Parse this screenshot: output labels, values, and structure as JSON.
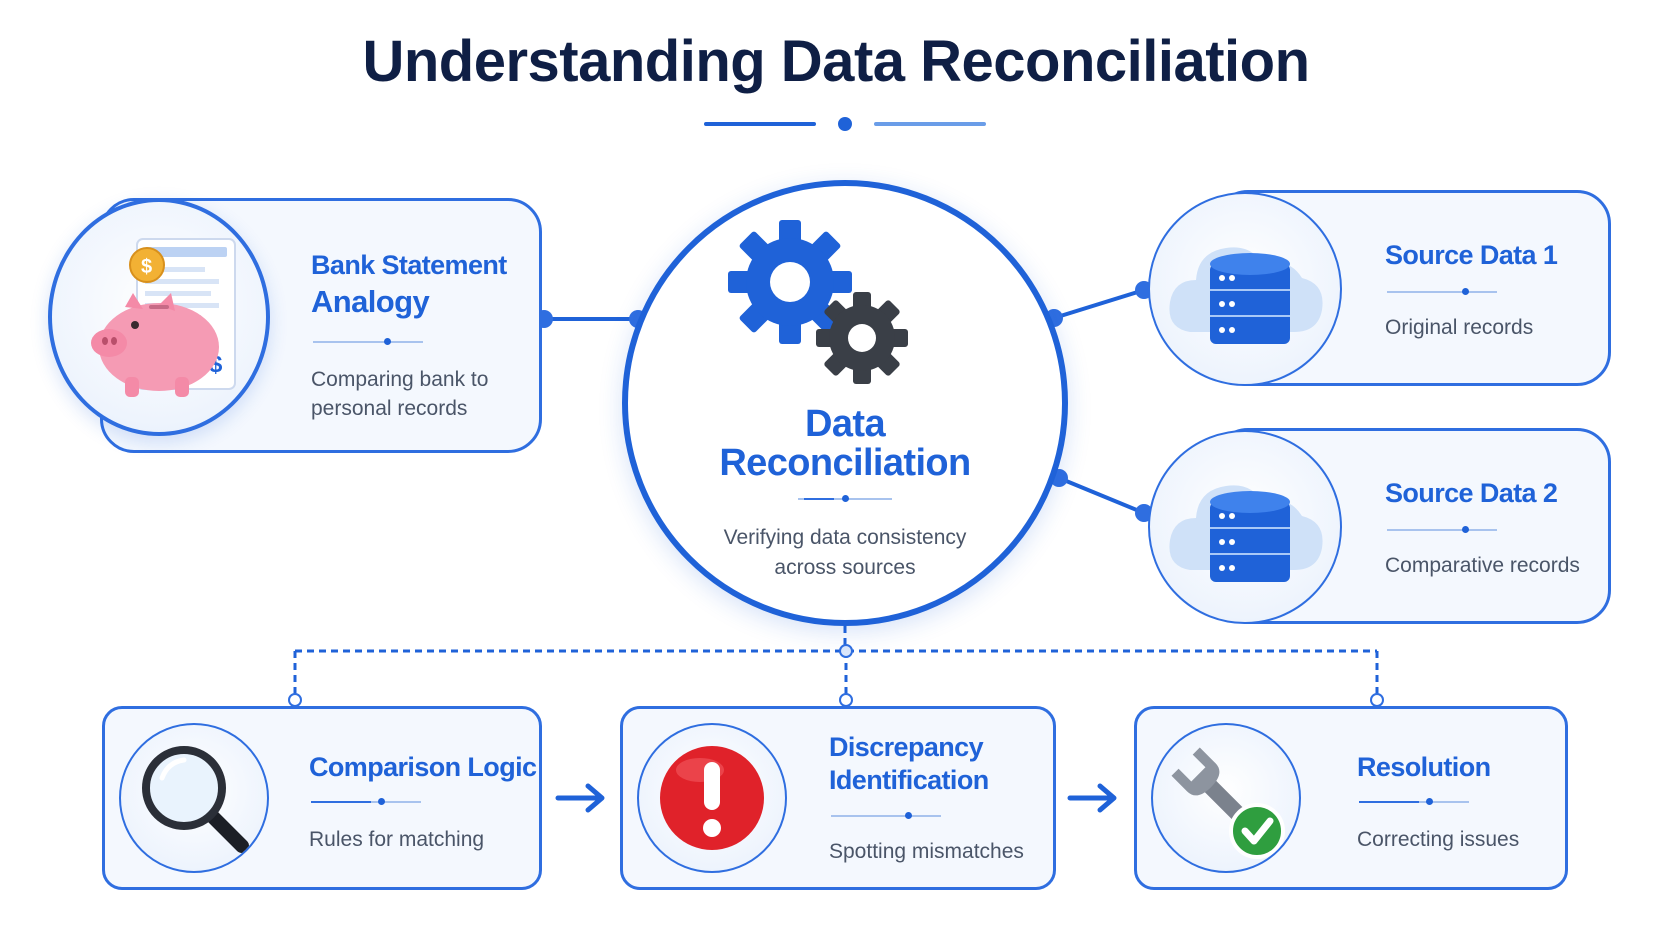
{
  "title": "Understanding Data Reconciliation",
  "center": {
    "title_line1": "Data",
    "title_line2": "Reconciliation",
    "desc_line1": "Verifying data consistency",
    "desc_line2": "across sources"
  },
  "bank": {
    "title_line1": "Bank Statement",
    "title_line2": "Analogy",
    "desc_line1": "Comparing bank to",
    "desc_line2": "personal records"
  },
  "source1": {
    "title": "Source Data 1",
    "desc": "Original records"
  },
  "source2": {
    "title": "Source Data 2",
    "desc": "Comparative records"
  },
  "steps": {
    "comparison": {
      "title": "Comparison Logic",
      "desc": "Rules for matching"
    },
    "discrepancy": {
      "title_line1": "Discrepancy",
      "title_line2": "Identification",
      "desc": "Spotting mismatches"
    },
    "resolution": {
      "title": "Resolution",
      "desc": "Correcting issues"
    }
  },
  "colors": {
    "accent": "#1f62d8",
    "title": "#0f1f45",
    "card_bg": "#f4f8fe",
    "gear_dark": "#3a3f47",
    "alert_red": "#e0222a",
    "check_green": "#2f9e3f"
  }
}
